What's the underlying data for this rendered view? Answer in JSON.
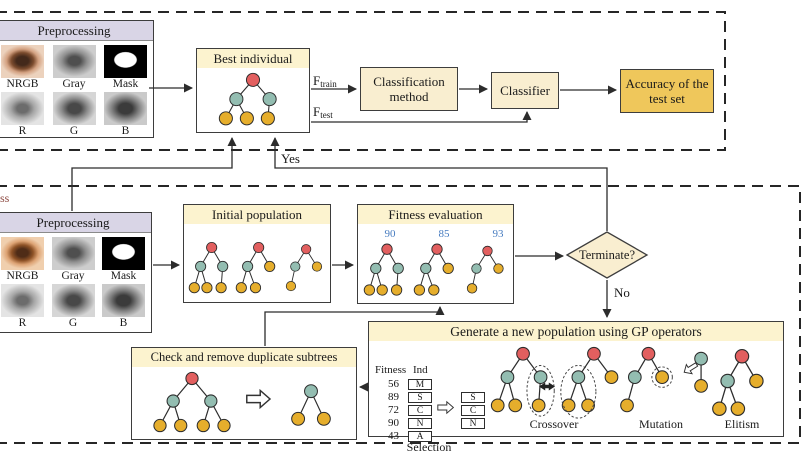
{
  "colors": {
    "node_red": "#e25f5f",
    "node_teal": "#93bdb1",
    "node_yellow": "#e6ae2c",
    "header_yellow": "#fcf3cf",
    "header_lavender": "#d9d5e6",
    "box_cream": "#f9eed0",
    "accuracy_gold": "#efc75b",
    "score_blue": "#477cc0",
    "line_dark": "#2c2c2c",
    "cut_label_red": "#8d4a42"
  },
  "preprocessing_top": {
    "title": "Preprocessing",
    "labels_row1": [
      "NRGB",
      "Gray",
      "Mask"
    ],
    "labels_row2": [
      "R",
      "G",
      "B"
    ]
  },
  "preprocessing_bottom": {
    "title": "Preprocessing",
    "labels_row1": [
      "NRGB",
      "Gray",
      "Mask"
    ],
    "labels_row2": [
      "R",
      "G",
      "B"
    ]
  },
  "cut_label": "ss",
  "best_individual": {
    "title": "Best individual"
  },
  "flow_labels": {
    "f_train_base": "F",
    "f_train_sub": "train",
    "f_test_base": "F",
    "f_test_sub": "test",
    "yes": "Yes",
    "no": "No"
  },
  "classification_method": "Classification method",
  "classifier": "Classifier",
  "accuracy": "Accuracy of the test set",
  "terminate": "Terminate?",
  "initial_population": {
    "title": "Initial population"
  },
  "fitness_evaluation": {
    "title": "Fitness evaluation",
    "scores": [
      "90",
      "85",
      "93"
    ]
  },
  "generate_population": {
    "title": "Generate a new population using GP operators",
    "selection": {
      "fitness_header": "Fitness",
      "ind_header": "Ind",
      "rows": [
        {
          "fitness": "56",
          "ind": "M"
        },
        {
          "fitness": "89",
          "ind": "S"
        },
        {
          "fitness": "72",
          "ind": "C"
        },
        {
          "fitness": "90",
          "ind": "N"
        },
        {
          "fitness": "43",
          "ind": "A"
        }
      ],
      "selected": [
        "S",
        "C",
        "N"
      ],
      "label": "Selection"
    },
    "crossover_label": "Crossover",
    "mutation_label": "Mutation",
    "elitism_label": "Elitism"
  },
  "check_duplicates": {
    "title": "Check and remove duplicate subtrees"
  }
}
